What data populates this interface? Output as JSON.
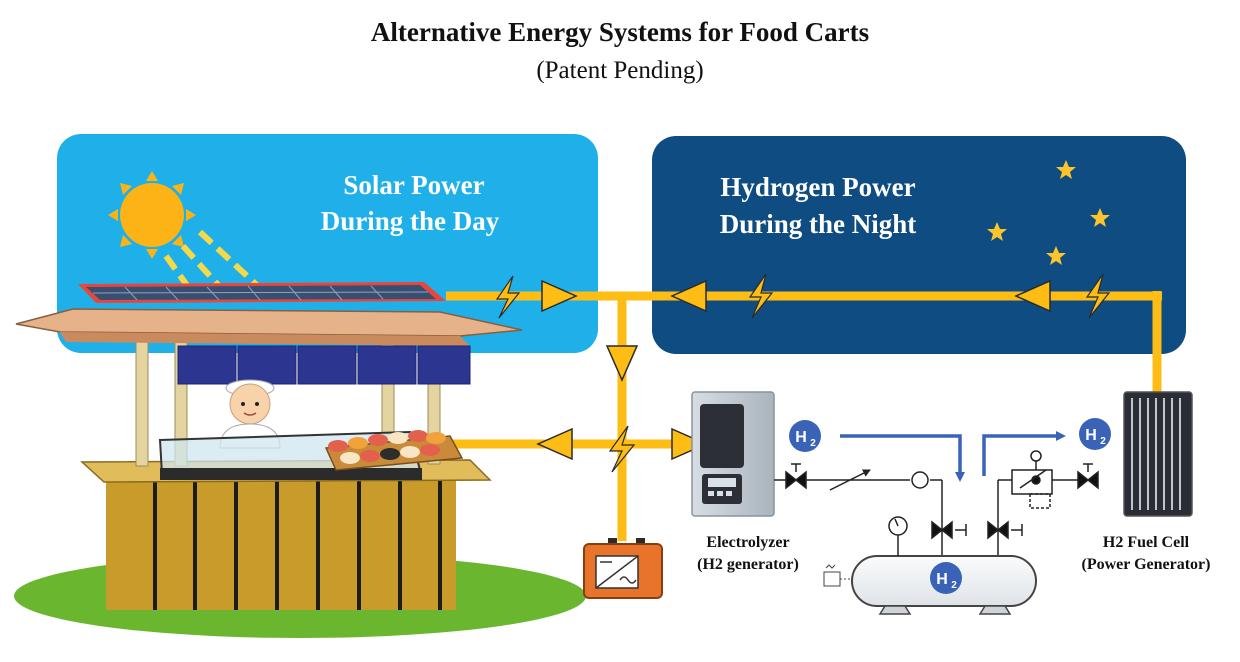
{
  "title": "Alternative Energy Systems for Food Carts",
  "subtitle": "(Patent Pending)",
  "solar_panel": {
    "line1": "Solar Power",
    "line2": "During the Day"
  },
  "hydrogen_panel": {
    "line1": "Hydrogen Power",
    "line2": "During the Night"
  },
  "electrolyzer": {
    "line1": "Electrolyzer",
    "line2": "(H2 generator)"
  },
  "fuel_cell": {
    "line1": "H2 Fuel Cell",
    "line2": "(Power Generator)"
  },
  "h2_badge": {
    "main": "H",
    "sub": "2"
  },
  "colors": {
    "day_sky": "#1fb0e9",
    "night_sky": "#0e4c82",
    "power_line": "#fdbd15",
    "h2_badge": "#3a63b8",
    "battery": "#e8742c",
    "hydrogen_flow": "#3a63b8"
  }
}
